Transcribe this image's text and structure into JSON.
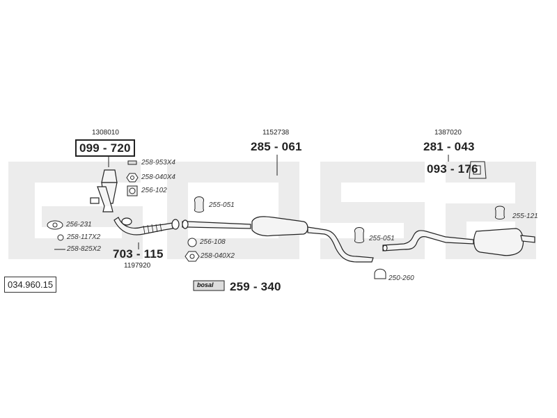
{
  "catalog_number": "034.960.15",
  "components": {
    "front_pipe": {
      "ref": "1308010",
      "part": "099 - 720"
    },
    "flex_pipe": {
      "ref": "1197920",
      "part": "703 - 115"
    },
    "middle_silencer": {
      "ref": "1152738",
      "part": "285 - 061"
    },
    "rear_silencer": {
      "ref": "1387020",
      "part": "281 - 043"
    },
    "mounting_kit": {
      "part": "093 - 176"
    },
    "bosal_paste": {
      "brand": "bosal",
      "part": "259 - 340"
    }
  },
  "fittings": [
    {
      "id": "258-953x4",
      "label": "258-953X4"
    },
    {
      "id": "258-040x4",
      "label": "258-040X4"
    },
    {
      "id": "256-102",
      "label": "256-102"
    },
    {
      "id": "256-231",
      "label": "256-231"
    },
    {
      "id": "258-117x2",
      "label": "258-117X2"
    },
    {
      "id": "258-825x2",
      "label": "258-825X2"
    },
    {
      "id": "256-108",
      "label": "256-108"
    },
    {
      "id": "258-040x2",
      "label": "258-040X2"
    },
    {
      "id": "255-051-a",
      "label": "255-051"
    },
    {
      "id": "255-051-b",
      "label": "255-051"
    },
    {
      "id": "250-260",
      "label": "250-260"
    },
    {
      "id": "255-121",
      "label": "255-121"
    }
  ],
  "colors": {
    "watermark": "#ececec",
    "line": "#222222",
    "fill": "#f4f4f4"
  }
}
